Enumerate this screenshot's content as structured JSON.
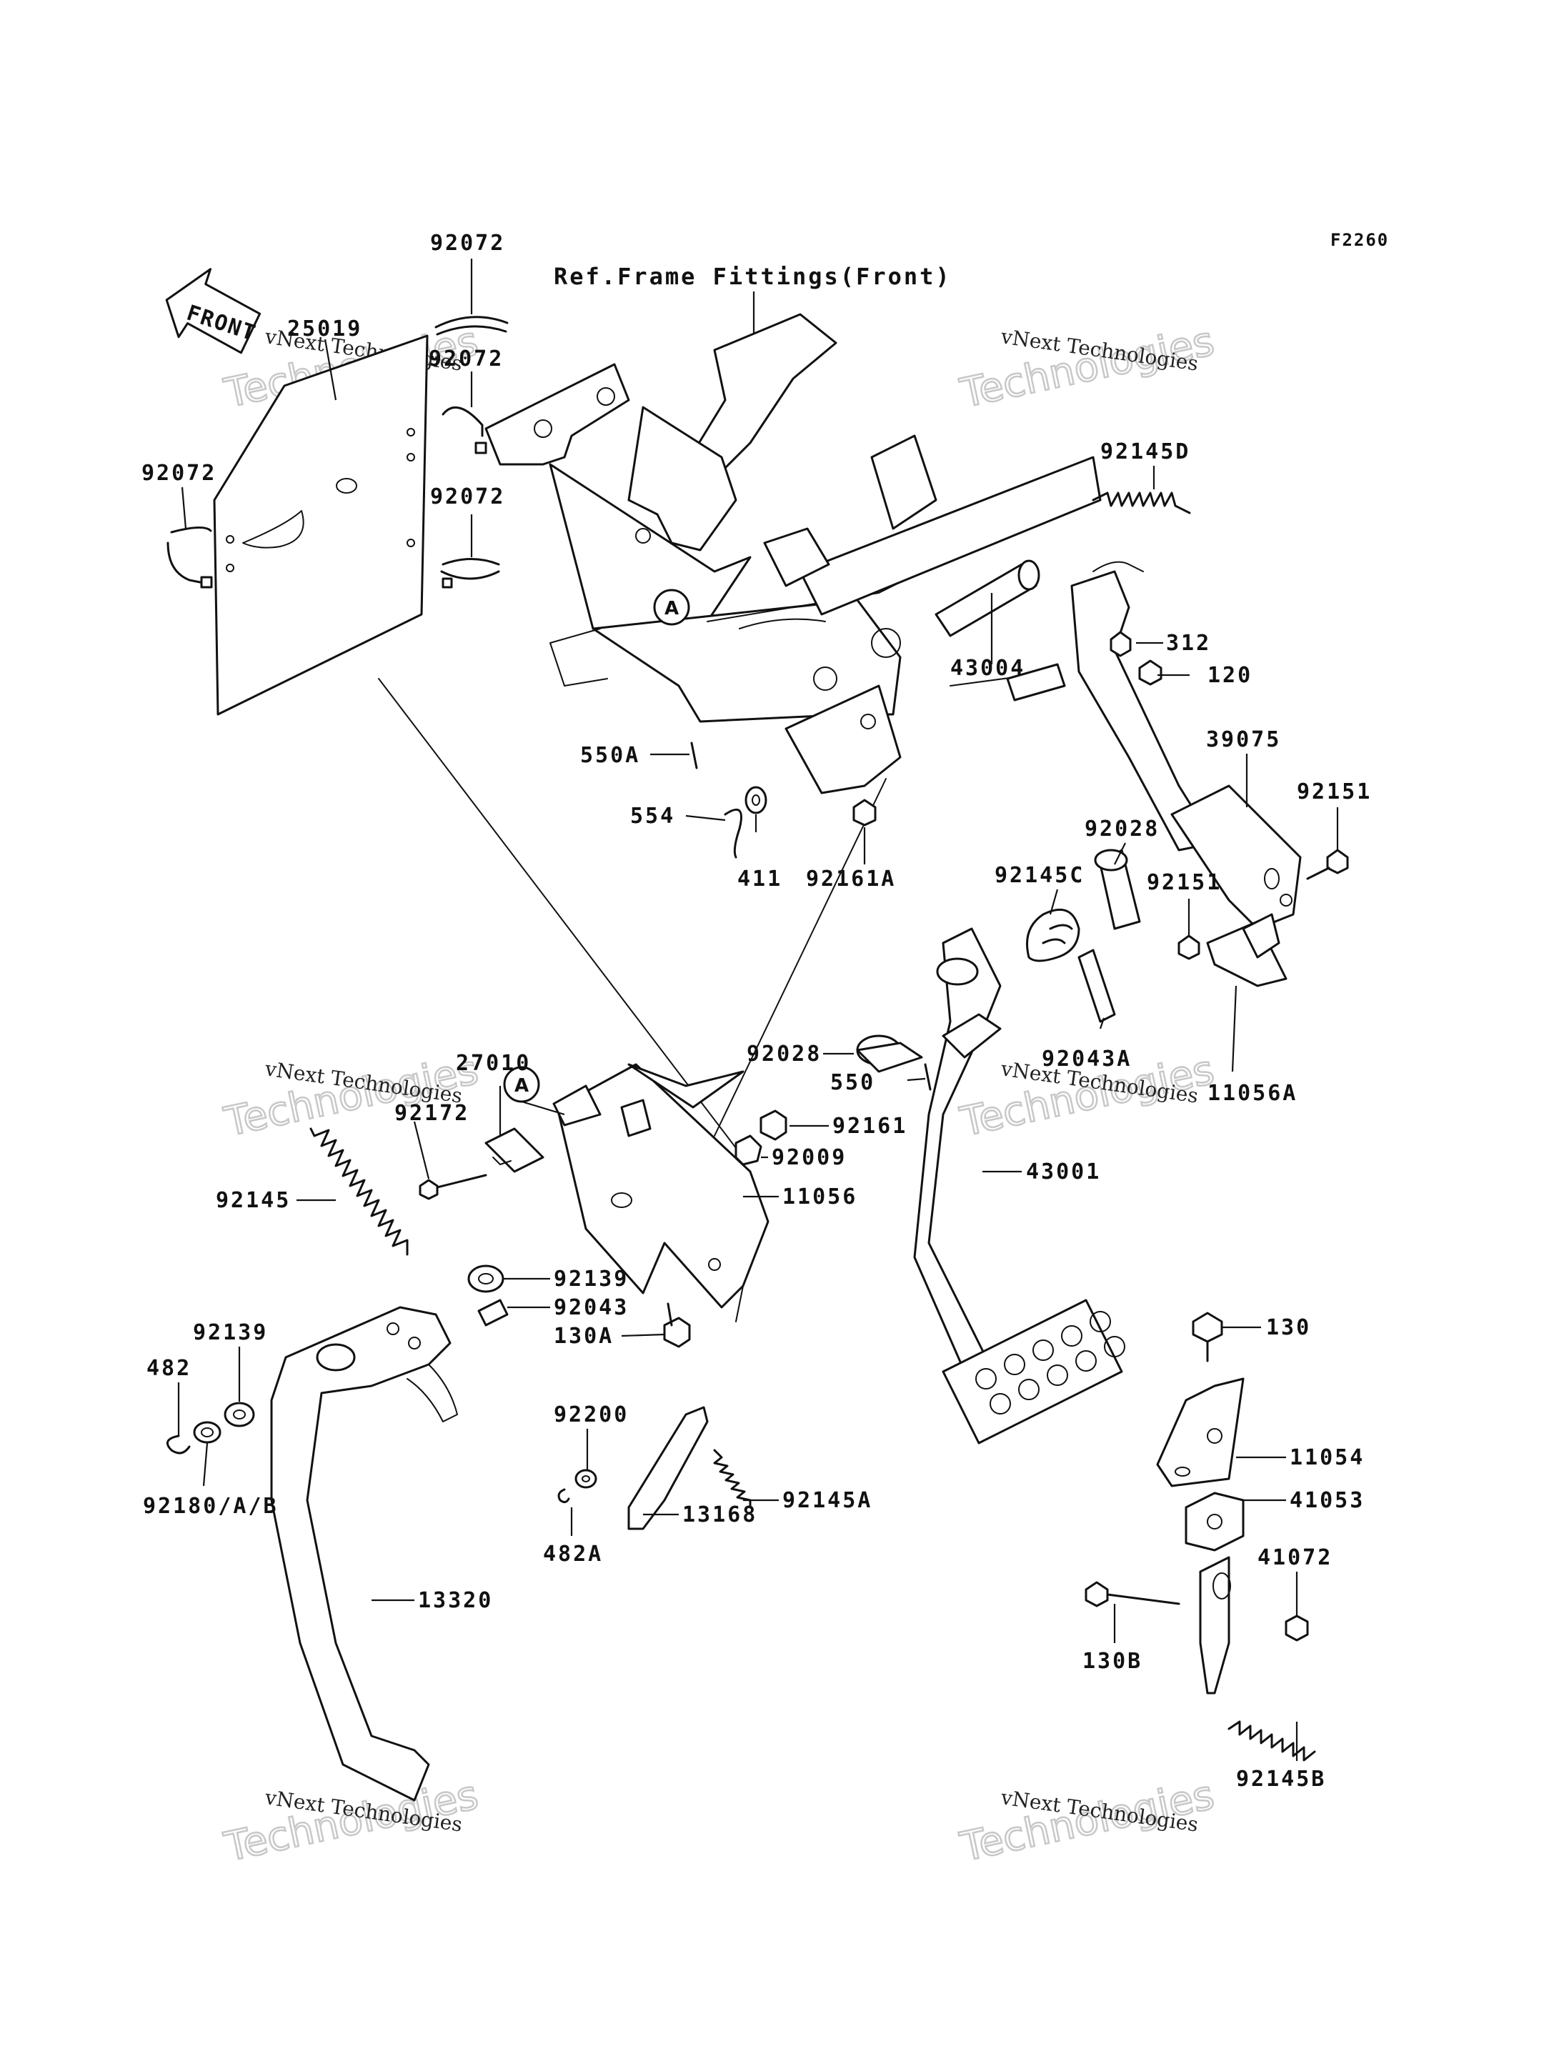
{
  "figure_code": "F2260",
  "reference_label": "Ref.Frame Fittings(Front)",
  "front_arrow_label": "FRONT",
  "view_marker": "A",
  "watermark": {
    "line1": "vNext Technologies",
    "line2": "Technologies"
  },
  "part_labels": {
    "p92072_top": "92072",
    "p92072_mid": "92072",
    "p92072_left": "92072",
    "p92072_low": "92072",
    "p25019": "25019",
    "p92145D": "92145D",
    "p312": "312",
    "p120": "120",
    "p43004": "43004",
    "p39075": "39075",
    "p92151_a": "92151",
    "p92151_b": "92151",
    "p92028_a": "92028",
    "p92028_b": "92028",
    "p92145C": "92145C",
    "p550A": "550A",
    "p554": "554",
    "p411": "411",
    "p92161A": "92161A",
    "p92043A": "92043A",
    "p550": "550",
    "p11056A": "11056A",
    "p27010": "27010",
    "p92172": "92172",
    "p92161": "92161",
    "p92009": "92009",
    "p11056": "11056",
    "p43001": "43001",
    "p92145": "92145",
    "p92139_a": "92139",
    "p92139_b": "92139",
    "p92043": "92043",
    "p130A": "130A",
    "p482": "482",
    "p92180": "92180/A/B",
    "p92200": "92200",
    "p92145A": "92145A",
    "p13168": "13168",
    "p482A": "482A",
    "p13320": "13320",
    "p130": "130",
    "p11054": "11054",
    "p41053": "41053",
    "p41072": "41072",
    "p130B": "130B",
    "p92145B": "92145B"
  }
}
